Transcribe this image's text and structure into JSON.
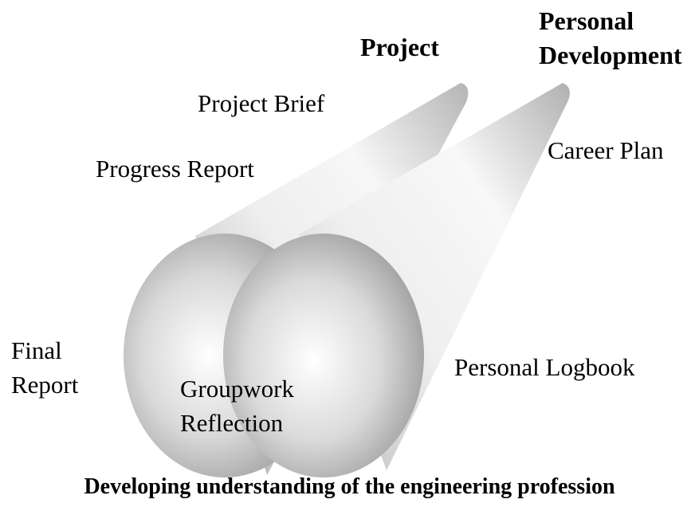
{
  "tracks": {
    "project": "Project",
    "personal_development": [
      "Personal",
      "Development"
    ]
  },
  "project_items": {
    "brief": "Project Brief",
    "progress": "Progress Report",
    "final": [
      "Final",
      "Report"
    ]
  },
  "shared_items": {
    "groupwork": [
      "Groupwork",
      "Reflection"
    ]
  },
  "personal_items": {
    "career": "Career Plan",
    "logbook": "Personal Logbook"
  },
  "caption": "Developing understanding of the engineering profession",
  "colors": {
    "background": "#ffffff",
    "text": "#000000",
    "cone_highlight": "#ffffff",
    "cone_shade": "#9a9a9a",
    "cone_edge": "#8a8a8a"
  }
}
